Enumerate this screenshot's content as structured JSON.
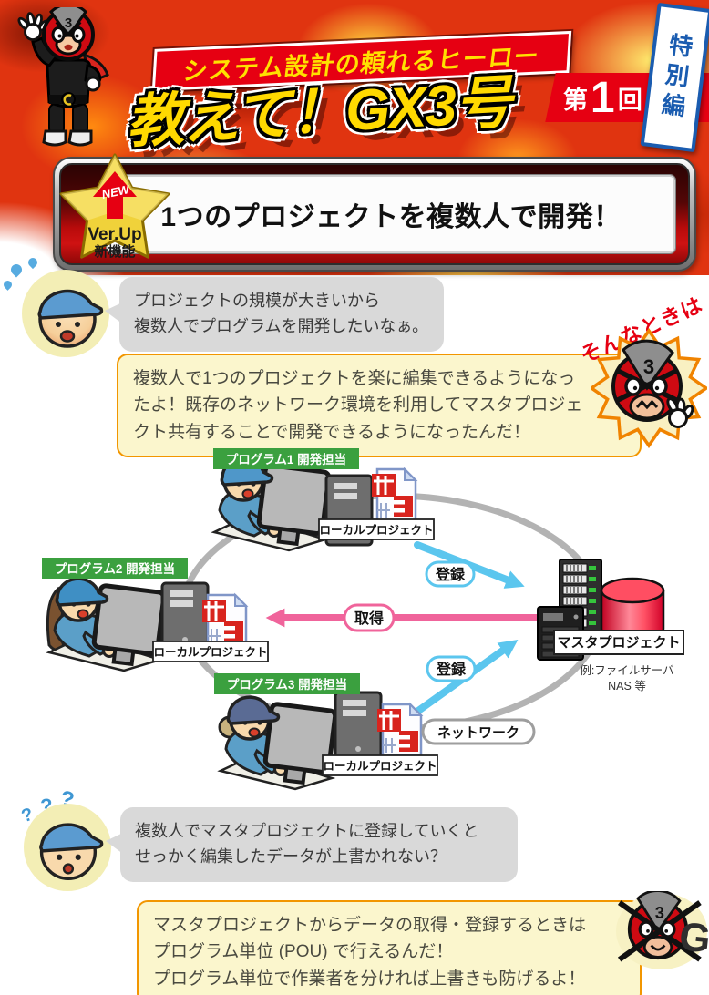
{
  "header": {
    "tagline": "システム設計の頼れるヒーロー",
    "title": "教えて！GX3号",
    "episode": {
      "prefix": "第",
      "number": "1",
      "suffix": "回"
    },
    "edition": "特別編",
    "hero_mark": "3"
  },
  "feature_banner": {
    "badge_new": "NEW",
    "badge_verup": "Ver.Up",
    "badge_feature": "新機能",
    "title": "1つのプロジェクトを複数人で開発！"
  },
  "question1": {
    "lines": [
      "プロジェクトの規模が大きいから",
      "複数人でプログラムを開発したいなぁ。"
    ]
  },
  "answer1": {
    "callout": "そんなときは",
    "lines": [
      "複数人で1つのプロジェクトを楽に編集できるようになっ",
      "たよ！既存のネットワーク環境を利用してマスタプロジェ",
      "クト共有することで開発できるようになったんだ！"
    ]
  },
  "diagram": {
    "developers": [
      {
        "role_label": "プログラム1 開発担当",
        "project_label": "ローカルプロジェクト"
      },
      {
        "role_label": "プログラム2 開発担当",
        "project_label": "ローカルプロジェクト"
      },
      {
        "role_label": "プログラム3 開発担当",
        "project_label": "ローカルプロジェクト"
      }
    ],
    "master_project_label": "マスタプロジェクト",
    "master_example": [
      "例:ファイルサーバ",
      "NAS 等"
    ],
    "arrow_register_top": "登録",
    "arrow_register_bottom": "登録",
    "arrow_acquire": "取得",
    "network_label": "ネットワーク",
    "colors": {
      "register_arrow": "#5bc6ee",
      "acquire_arrow": "#f0649b",
      "network_ring": "#b3b3b3",
      "role_label_bg": "#3ba03f"
    }
  },
  "question2": {
    "marks": [
      "?",
      "?",
      "?"
    ],
    "lines": [
      "複数人でマスタプロジェクトに登録していくと",
      "せっかく編集したデータが上書かれない？"
    ]
  },
  "answer2": {
    "lines": [
      "マスタプロジェクトからデータの取得・登録するときは",
      "プログラム単位 (POU) で行えるんだ！",
      "プログラム単位で作業者を分ければ上書きも防げるよ！"
    ]
  }
}
